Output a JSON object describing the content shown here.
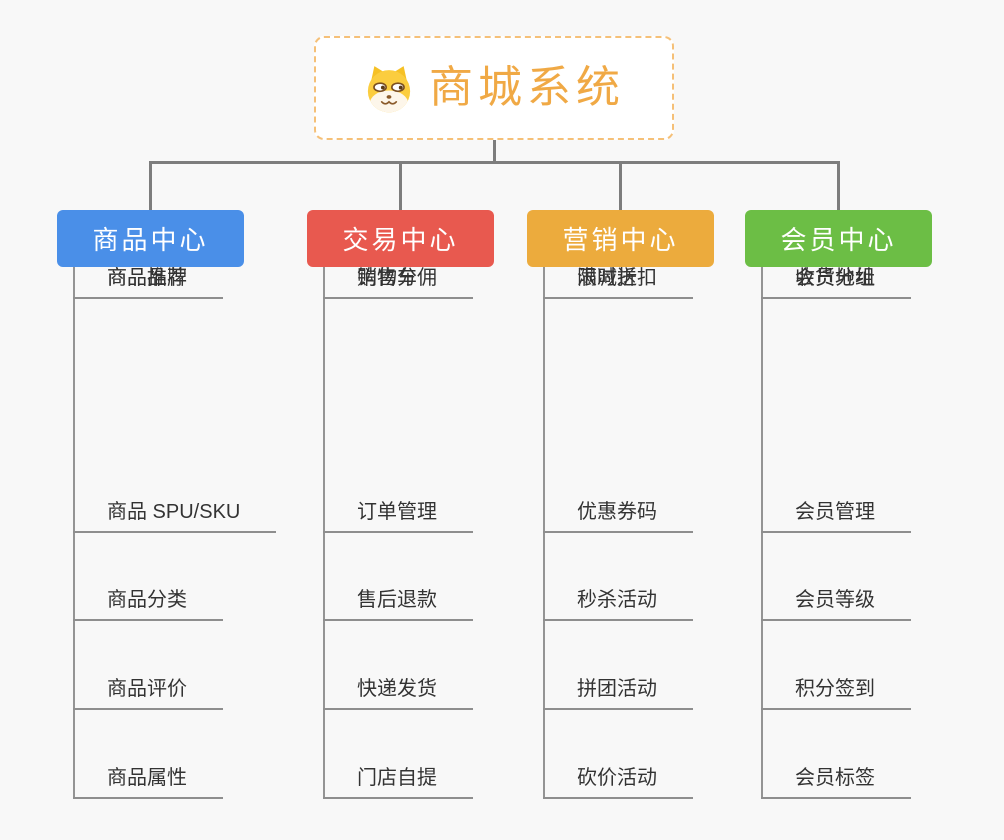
{
  "page": {
    "background_color": "#f8f8f8",
    "connector_primary_color": "#7d7d7d",
    "connector_secondary_color": "#909090"
  },
  "root": {
    "title": "商城系统",
    "icon": "shiba-dog-icon",
    "title_color": "#f0a945",
    "border_color": "#f5c078",
    "background_color": "#ffffff"
  },
  "branches": [
    {
      "label": "商品中心",
      "color": "#4a8fe8",
      "children": [
        "商品 SPU/SKU",
        "商品分类",
        "商品评价",
        "商品属性",
        "商品推荐",
        "商品品牌"
      ]
    },
    {
      "label": "交易中心",
      "color": "#e8594f",
      "children": [
        "订单管理",
        "售后退款",
        "快递发货",
        "门店自提",
        "购物车",
        "销售分佣"
      ]
    },
    {
      "label": "营销中心",
      "color": "#ecab3d",
      "children": [
        "优惠券码",
        "秒杀活动",
        "拼团活动",
        "砍价活动",
        "限时折扣",
        "满减送"
      ]
    },
    {
      "label": "会员中心",
      "color": "#6cbe45",
      "children": [
        "会员管理",
        "会员等级",
        "积分签到",
        "会员标签",
        "会员分组",
        "收货地址"
      ]
    }
  ]
}
